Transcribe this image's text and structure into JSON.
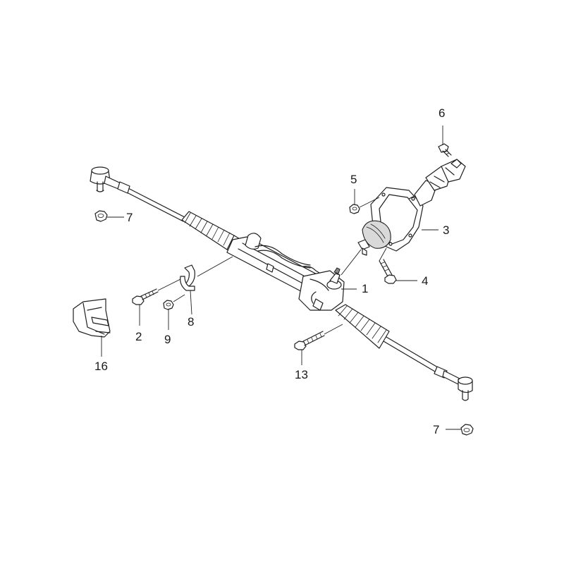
{
  "callouts": {
    "c1": "1",
    "c2": "2",
    "c3": "3",
    "c4": "4",
    "c5": "5",
    "c6": "6",
    "c7a": "7",
    "c7b": "7",
    "c8": "8",
    "c9": "9",
    "c13": "13",
    "c16": "16"
  },
  "colors": {
    "ink": "#1f1f1f",
    "shade": "#d9d9d9",
    "background": "#ffffff"
  }
}
